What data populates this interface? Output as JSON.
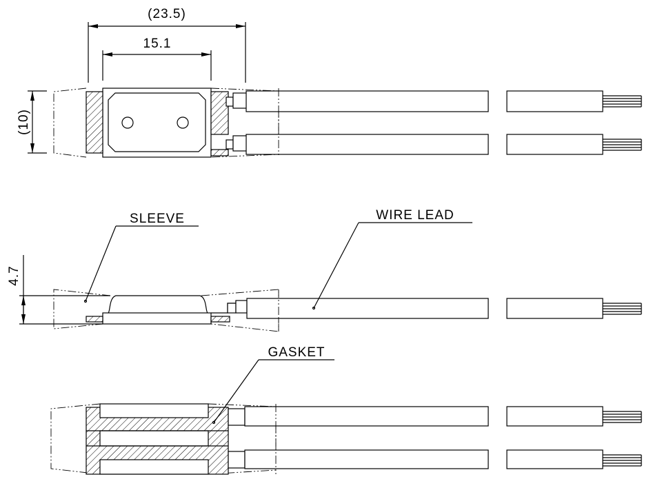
{
  "dimensions": {
    "overall_length": "(23.5)",
    "body_length": "15.1",
    "width": "(10)",
    "height": "4.7"
  },
  "labels": {
    "sleeve": "SLEEVE",
    "wire_lead": "WIRE LEAD",
    "gasket": "GASKET"
  }
}
